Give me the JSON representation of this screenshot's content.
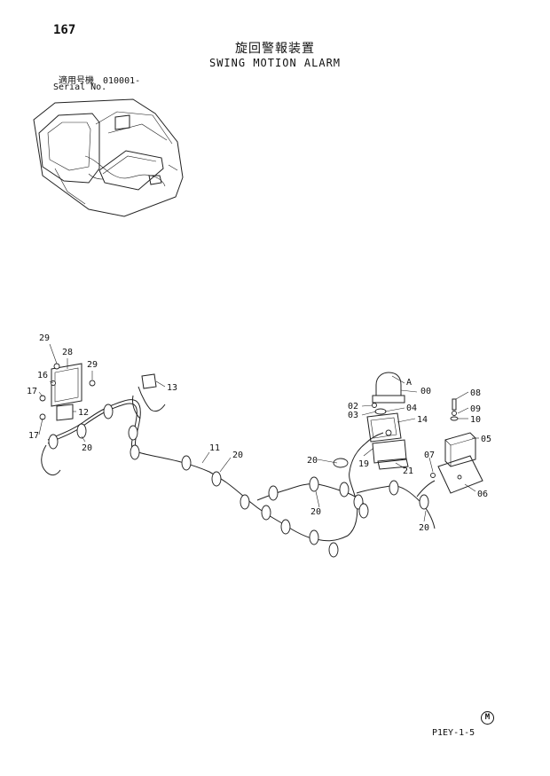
{
  "header": {
    "page_number": "167",
    "title_jp": "旋回警報装置",
    "title_en": "SWING MOTION ALARM",
    "serial_jp": "適用号機　010001-",
    "serial_en": "Serial No."
  },
  "callouts": {
    "p29a": "29",
    "p28": "28",
    "p29b": "29",
    "p16": "16",
    "p17a": "17",
    "p12": "12",
    "p17b": "17",
    "p20a": "20",
    "p13": "13",
    "p11": "11",
    "p20b": "20",
    "pA": "A",
    "p00": "00",
    "p02": "02",
    "p04": "04",
    "p03": "03",
    "p14": "14",
    "p08": "08",
    "p09": "09",
    "p10": "10",
    "p05": "05",
    "p20c": "20",
    "p19": "19",
    "p21": "21",
    "p07": "07",
    "p06": "06",
    "p20d": "20",
    "p20e": "20"
  },
  "footer": {
    "mark": "M",
    "page_code": "P1EY-1-5"
  }
}
